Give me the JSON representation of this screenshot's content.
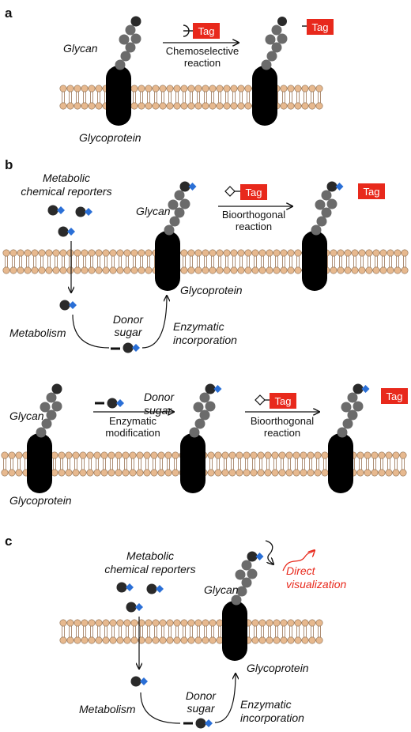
{
  "colors": {
    "tag": "#e8291c",
    "sugar_dark": "#2a2a2a",
    "sugar_grey": "#6b6b6b",
    "reporter_diamond": "#2a6fd6",
    "lipid_head": "#e7b98f",
    "protein": "#000000",
    "highlight": "#e8291c"
  },
  "panel_a": {
    "label": "a",
    "glycan": "Glycan",
    "tag": "Tag",
    "reaction_line1": "Chemoselective",
    "reaction_line2": "reaction",
    "glycoprotein": "Glycoprotein"
  },
  "panel_b": {
    "label": "b",
    "reporters_line1": "Metabolic",
    "reporters_line2": "chemical reporters",
    "glycan": "Glycan",
    "tag": "Tag",
    "reaction_line1": "Bioorthogonal",
    "reaction_line2": "reaction",
    "glycoprotein": "Glycoprotein",
    "metabolism": "Metabolism",
    "donor_line1": "Donor",
    "donor_line2": "sugar",
    "enzymatic_line1": "Enzymatic",
    "enzymatic_line2": "incorporation"
  },
  "panel_b2": {
    "glycan": "Glycan",
    "donor_line1": "Donor",
    "donor_line2": "sugar",
    "modification_line1": "Enzymatic",
    "modification_line2": "modification",
    "tag": "Tag",
    "reaction_line1": "Bioorthogonal",
    "reaction_line2": "reaction",
    "glycoprotein": "Glycoprotein"
  },
  "panel_c": {
    "label": "c",
    "reporters_line1": "Metabolic",
    "reporters_line2": "chemical reporters",
    "glycan": "Glycan",
    "direct_line1": "Direct",
    "direct_line2": "visualization",
    "glycoprotein": "Glycoprotein",
    "metabolism": "Metabolism",
    "donor_line1": "Donor",
    "donor_line2": "sugar",
    "enzymatic_line1": "Enzymatic",
    "enzymatic_line2": "incorporation"
  }
}
